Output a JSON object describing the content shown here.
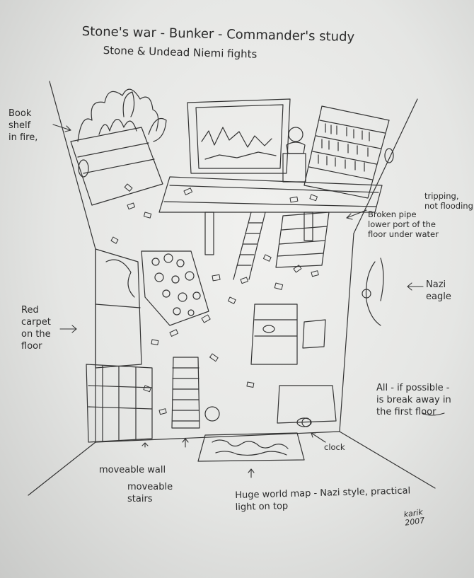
{
  "title": "Stone's war - Bunker - Commander's study",
  "subtitle": "Stone & Undead Niemi fights",
  "annotations": {
    "bookshelf_fire": "Book\nshelf\nin fire,",
    "tripping": "tripping,\nnot flooding",
    "broken_pipe": "Broken pipe\nlower port of the\nfloor under water",
    "nazi_eagle": "Nazi\neagle",
    "red_carpet": "Red\ncarpet\non the\nfloor",
    "breakaway": "All - if possible -\nis break away in\nthe first floor",
    "clock": "clock",
    "movable_wall": "moveable wall",
    "moveable_stairs": "moveable\nstairs",
    "world_map": "Huge world map - Nazi style, practical\nlight on top"
  },
  "signature": "karik\n2007",
  "colors": {
    "paper": "#eeeeec",
    "pencil": "#2a2a2a"
  }
}
